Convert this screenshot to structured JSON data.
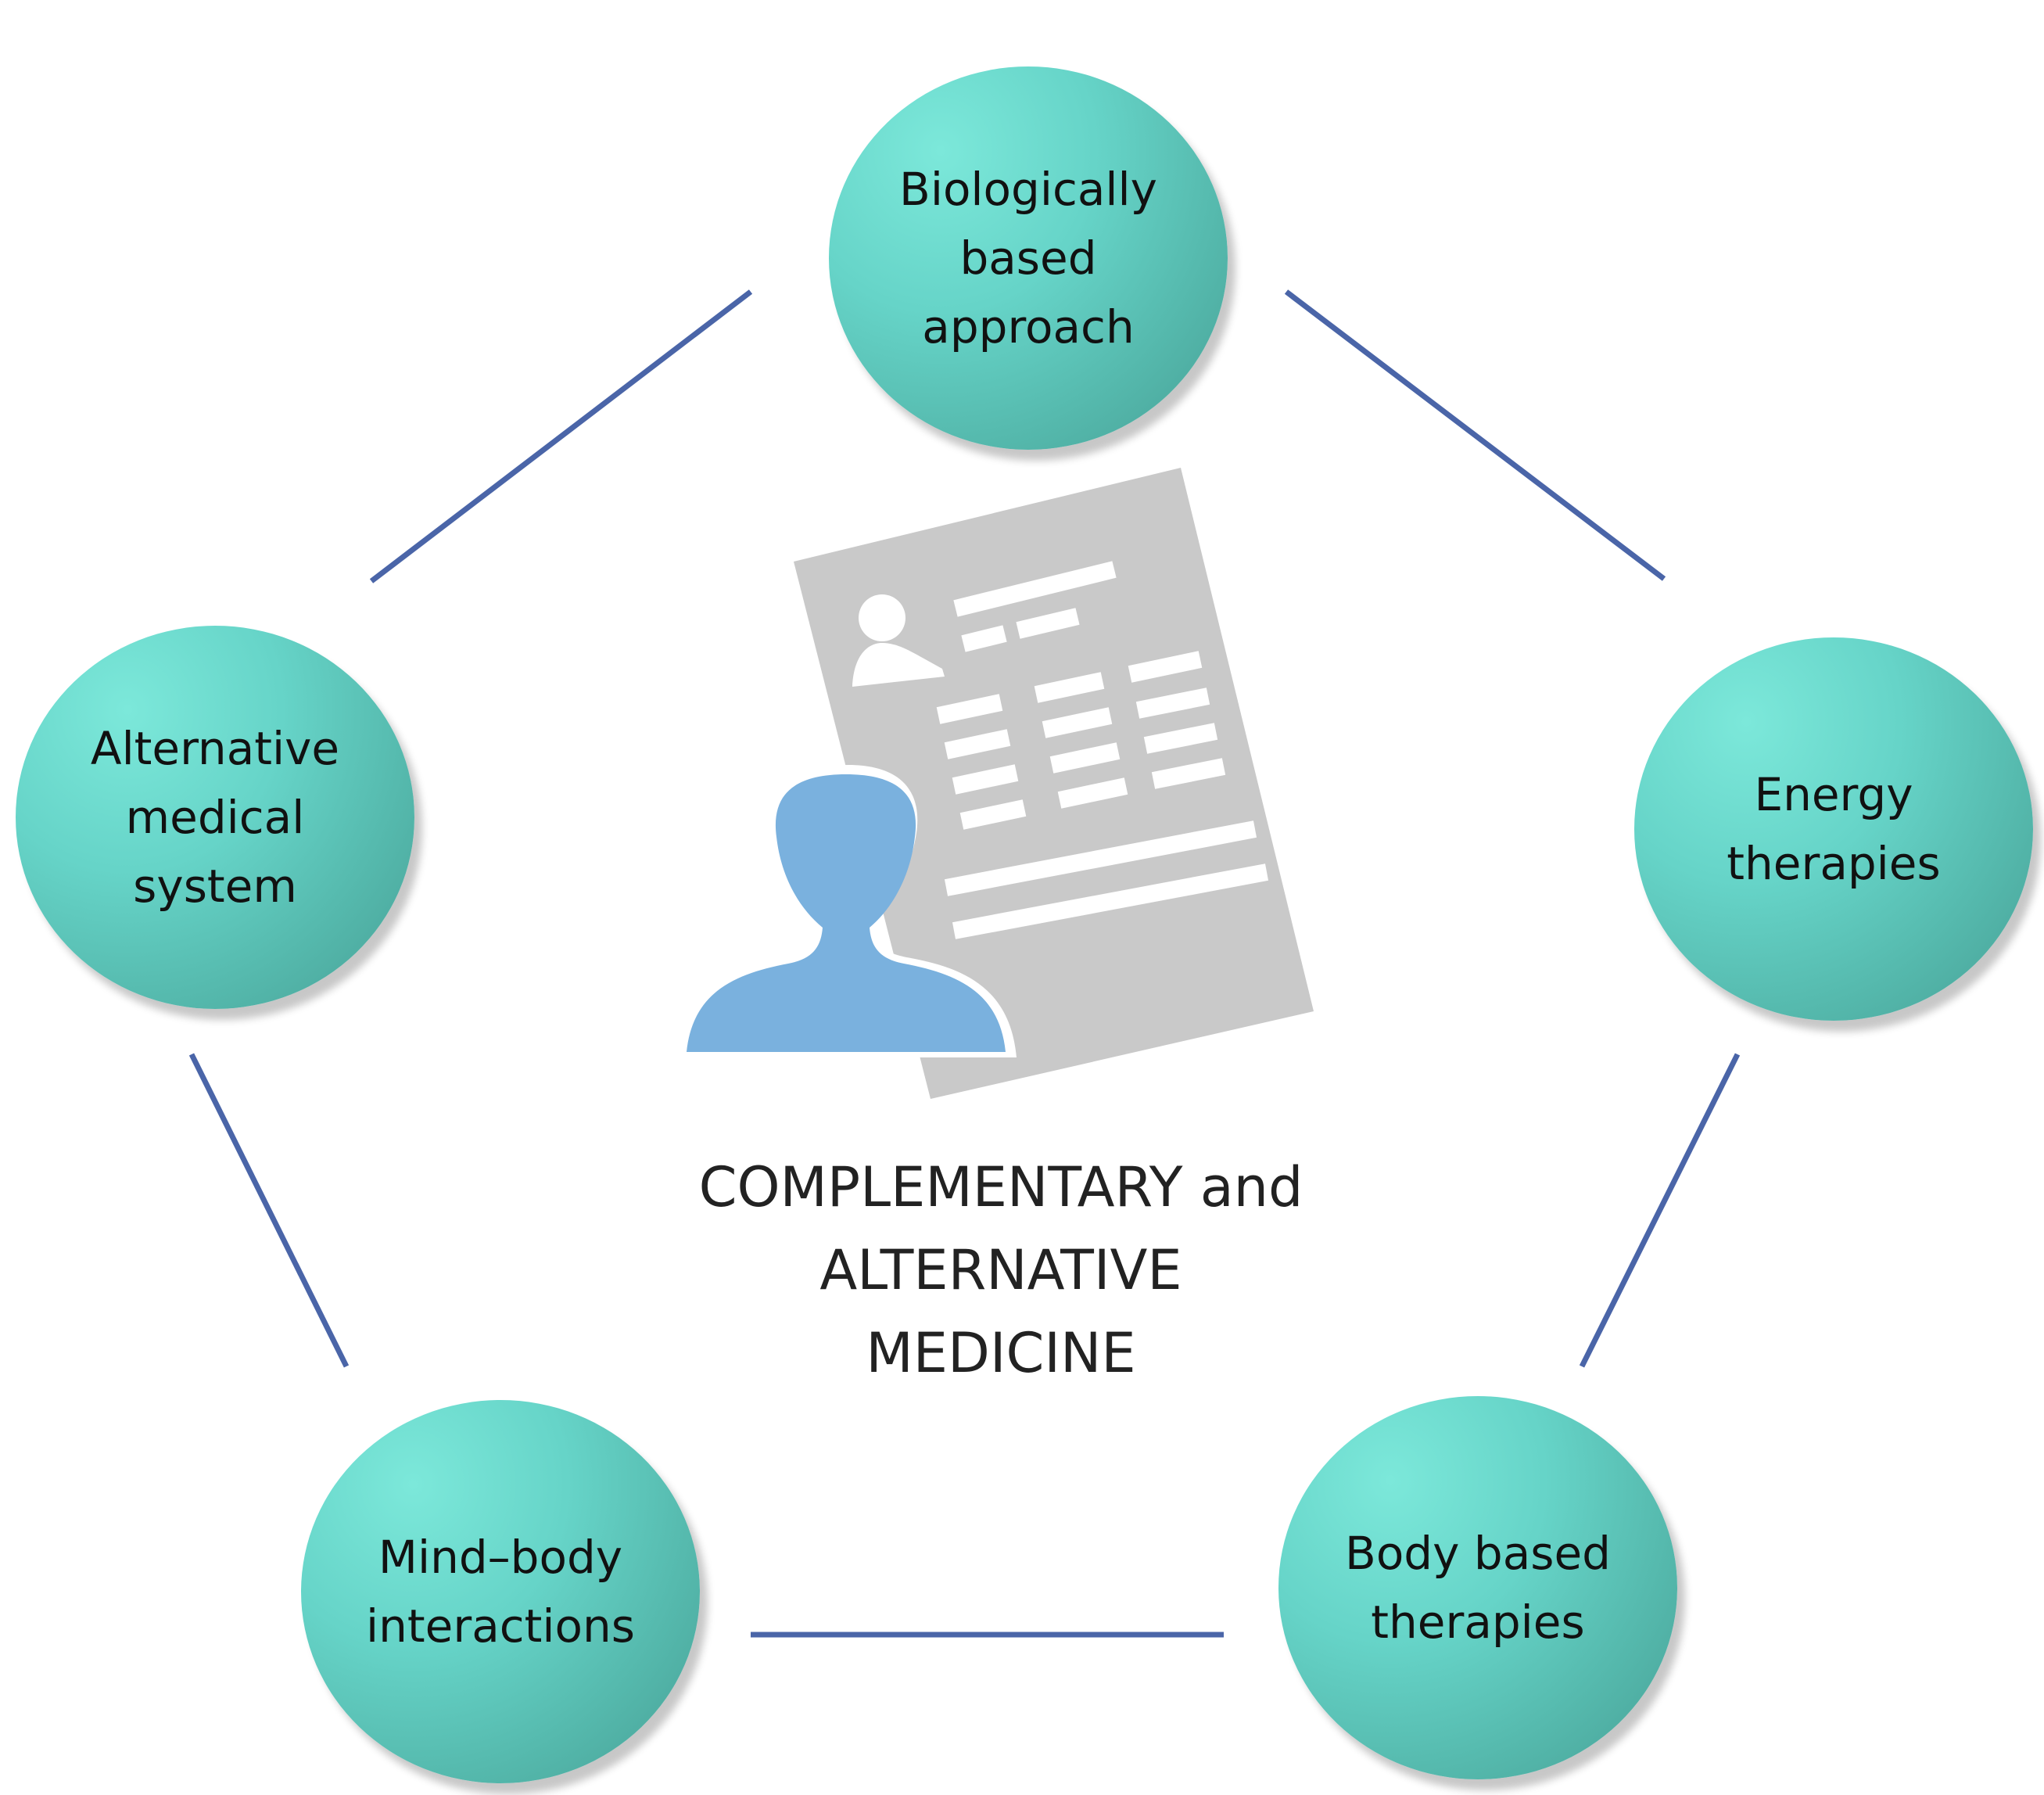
{
  "diagram": {
    "center_title": "COMPLEMENTARY and\nALTERNATIVE\nMEDICINE",
    "icon": "patient-record-icon",
    "nodes": [
      {
        "id": "biological",
        "label": "Biologically\nbased\napproach"
      },
      {
        "id": "energy",
        "label": "Energy\ntherapies"
      },
      {
        "id": "alternative",
        "label": "Alternative\nmedical\nsystem"
      },
      {
        "id": "mindbody",
        "label": "Mind–body\ninteractions"
      },
      {
        "id": "bodybased",
        "label": "Body based\ntherapies"
      }
    ],
    "colors": {
      "node_fill": "#66d4c8",
      "connector": "#4a65a8",
      "document": "#c9c9c9",
      "person": "#7ab1de",
      "text": "#111111"
    }
  }
}
